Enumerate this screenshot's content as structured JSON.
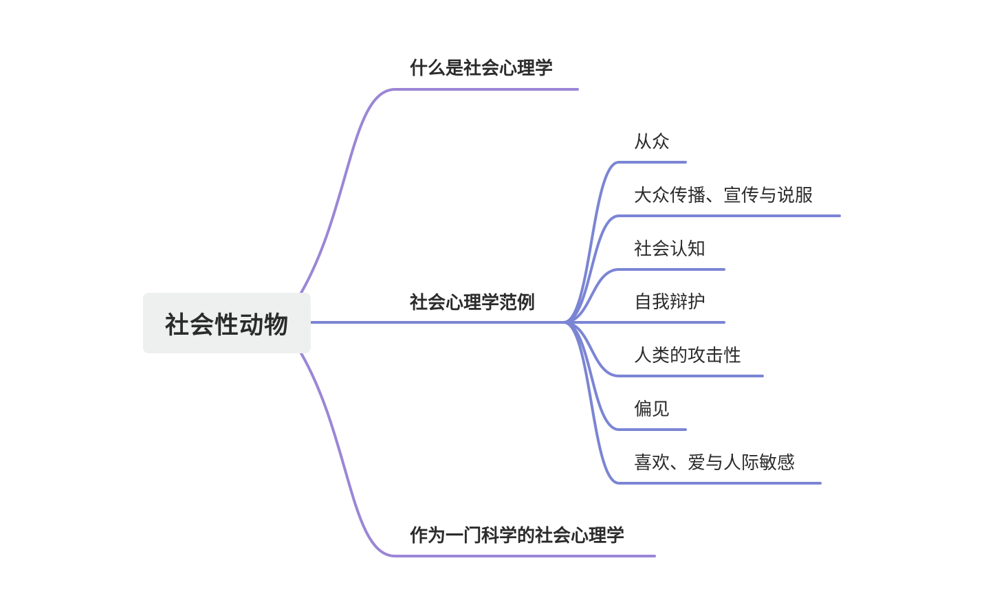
{
  "mindmap": {
    "root": {
      "label": "社会性动物"
    },
    "branches": [
      {
        "label": "什么是社会心理学",
        "color": "#9b86d6",
        "children": []
      },
      {
        "label": "社会心理学范例",
        "color": "#7b85d4",
        "children": [
          {
            "label": "从众"
          },
          {
            "label": "大众传播、宣传与说服"
          },
          {
            "label": "社会认知"
          },
          {
            "label": "自我辩护"
          },
          {
            "label": "人类的攻击性"
          },
          {
            "label": "偏见"
          },
          {
            "label": "喜欢、爱与人际敏感"
          }
        ]
      },
      {
        "label": "作为一门科学的社会心理学",
        "color": "#9b86d6",
        "children": []
      }
    ]
  }
}
